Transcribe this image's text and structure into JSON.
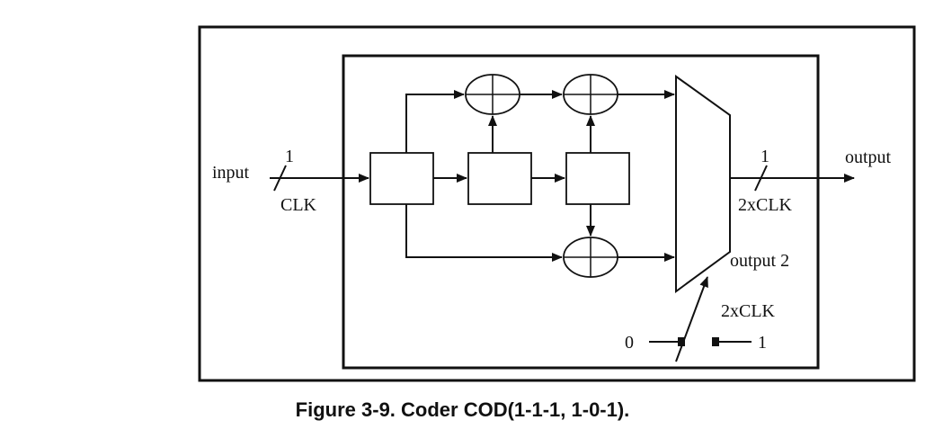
{
  "diagram": {
    "labels": {
      "input": "input",
      "input_width": "1",
      "input_clk": "CLK",
      "output": "output",
      "output_width": "1",
      "output_clk": "2xCLK",
      "output2": "output 2",
      "mux_clk": "2xCLK",
      "switch_0": "0",
      "switch_1": "1"
    },
    "registers": 3,
    "adders": 3
  },
  "caption": "Figure 3-9. Coder COD(1-1-1, 1-0-1)."
}
